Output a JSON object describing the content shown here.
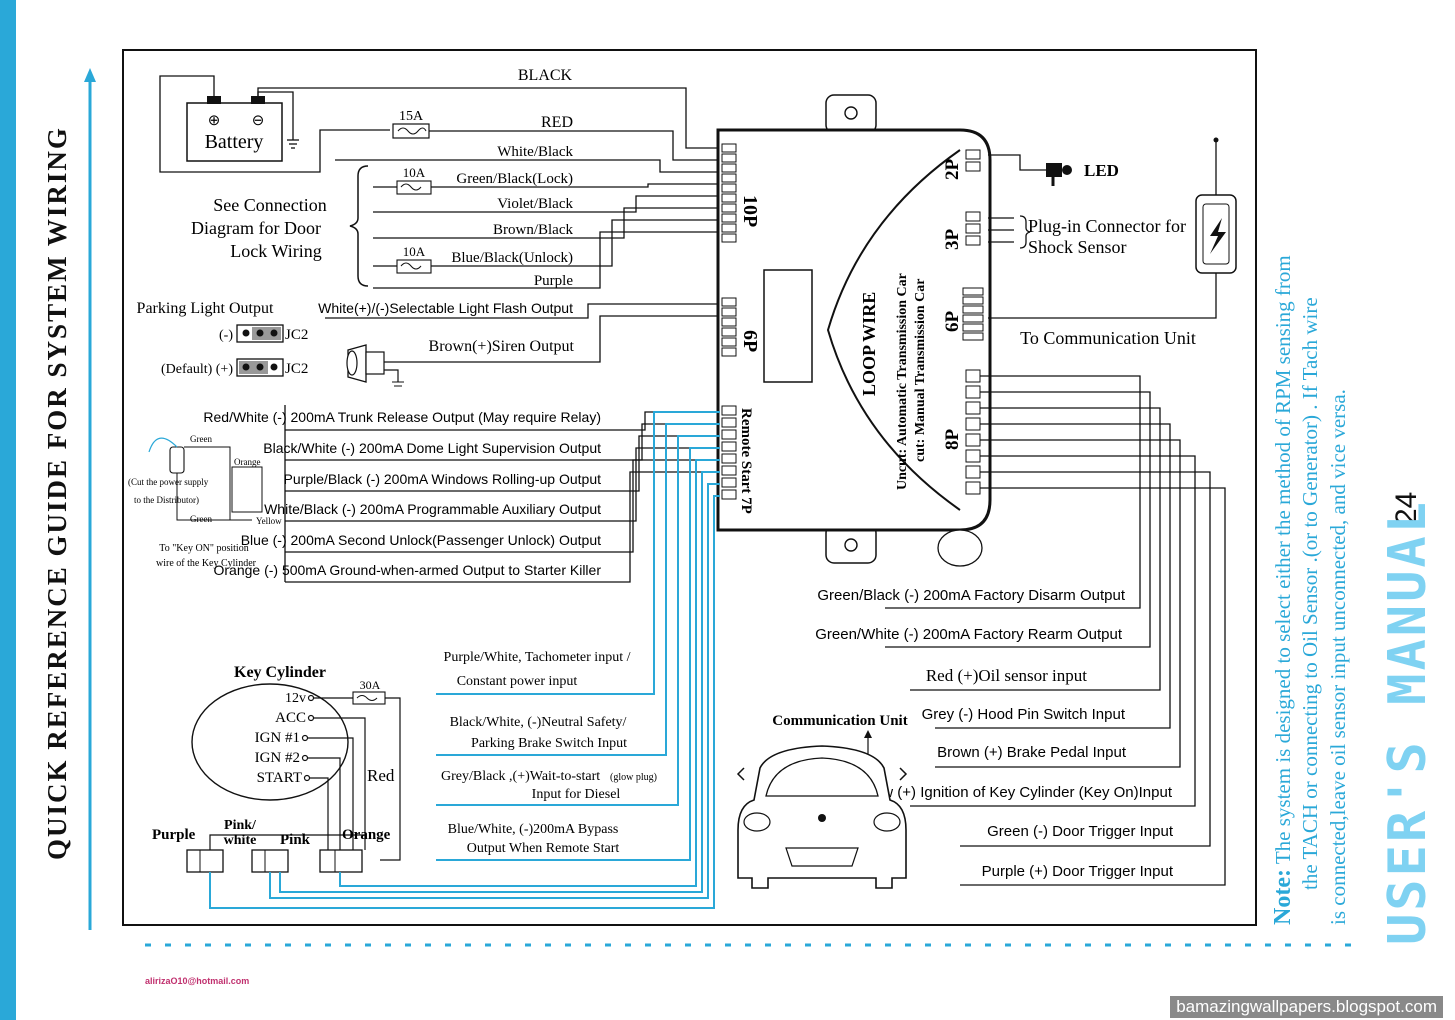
{
  "page": {
    "side_title": "QUICK REFERENCE GUIDE FOR SYSTEM WIRING",
    "note_label": "Note:",
    "note_lines": [
      "The system is designed to select either the method of RPM  sensing from",
      "the TACH or connecting to Oil Sensor .(or to  Generator) . If Tach wire",
      "is connected,leave oil sensor input unconnected, and vice versa."
    ],
    "manual_title": "USER'S MANUAL",
    "page_number": "24",
    "email": "alirizaО10@hotmail.com",
    "watermark": "bamazingwallpapers.blogspot.com",
    "colors": {
      "accent": "#2aa8d8",
      "accent_light": "#7fd2f2",
      "ink": "#111111"
    }
  },
  "battery": {
    "label": "Battery",
    "plus": "⊕",
    "minus": "⊖"
  },
  "top_wires": {
    "black": "BLACK",
    "red": "RED",
    "fuse_15a": "15A",
    "white_black": "White/Black"
  },
  "door_lock": {
    "caption": [
      "See Connection",
      "Diagram for Door",
      "Lock Wiring"
    ],
    "fuse_lock": "10A",
    "fuse_unlock": "10A",
    "wires": [
      "Green/Black(Lock)",
      "Violet/Black",
      "Brown/Black",
      "Blue/Black(Unlock)",
      "Purple"
    ]
  },
  "parking": {
    "title": "Parking Light Output",
    "neg": "(-)",
    "default_pos": "(Default) (+)",
    "jumper": "JC2",
    "flash_output": "White(+)/(-)Selectable Light Flash Output"
  },
  "siren": {
    "label": "Brown(+)Siren Output"
  },
  "module": {
    "connectors": {
      "c10p": "10P",
      "c6p": "6P",
      "c7p": "Remote Start 7P",
      "c2p": "2P",
      "c3p": "3P",
      "c6p_right": "6P",
      "c8p": "8P"
    },
    "loop_wire": "LOOP WIRE",
    "uncut": "Uncut: Automatic Transmission Car",
    "cut": "cut: Manual Transmission Car"
  },
  "remote_outputs": [
    "Red/White (-) 200mA Trunk Release Output (May require Relay)",
    "Black/White (-) 200mA Dome Light Supervision Output",
    "Purple/Black (-) 200mA Windows Rolling-up Output",
    "White/Black (-) 200mA Programmable Auxiliary Output",
    "Blue (-) 200mA Second Unlock(Passenger Unlock) Output",
    "Orange (-) 500mA Ground-when-armed Output to Starter Killer"
  ],
  "starter_inset": {
    "green_top": "Green",
    "orange": "Orange",
    "cut_note_1": "(Cut the power supply",
    "cut_note_2": "to the Distributor)",
    "green_bottom": "Green",
    "yellow": "Yellow",
    "key_on_1": "To \"Key ON\" position",
    "key_on_2": "wire of the Key Cylinder"
  },
  "led": {
    "label": "LED"
  },
  "shock": {
    "line1": "Plug-in Connector for",
    "line2": "Shock Sensor"
  },
  "comm_unit": {
    "to_label": "To Communication Unit",
    "car_label": "Communication Unit"
  },
  "right_inputs": [
    "Green/Black (-) 200mA Factory Disarm Output",
    "Green/White (-) 200mA Factory Rearm Output",
    "Red (+)Oil sensor input",
    "Grey (-) Hood Pin Switch Input",
    "Brown (+) Brake Pedal Input",
    "Yellow (+) Ignition of Key Cylinder (Key On)Input",
    "Green (-) Door Trigger Input",
    "Purple (+) Door Trigger Input"
  ],
  "center_inputs": {
    "tach_1": "Purple/White, Tachometer input /",
    "tach_2": "Constant power input",
    "neutral_1": "Black/White, (-)Neutral Safety/",
    "neutral_2": "Parking Brake Switch Input",
    "diesel_1": "Grey/Black ,(+)Wait-to-start",
    "diesel_small": "(glow plug)",
    "diesel_2": "Input for Diesel",
    "bypass_1": "Blue/White, (-)200mA Bypass",
    "bypass_2": "Output When Remote Start"
  },
  "key_cylinder": {
    "title": "Key Cylinder",
    "fuse": "30A",
    "terminals": [
      "12v",
      "ACC",
      "IGN #1",
      "IGN #2",
      "START"
    ],
    "red": "Red",
    "relays": [
      "Purple",
      "Pink/",
      "white",
      "Pink",
      "Orange"
    ]
  }
}
